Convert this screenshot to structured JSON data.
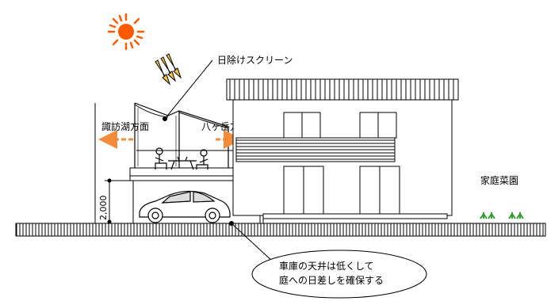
{
  "labels": {
    "screen": "日除けスクリーン",
    "left_direction": "諏訪湖方面",
    "right_direction": "八ヶ岳方面",
    "garden": "家庭菜園",
    "dimension": "2,000",
    "note_line1": "車庫の天井は低くして",
    "note_line2": "庭への日差しを確保する"
  },
  "colors": {
    "sun": "#ff5a00",
    "arrow": "#f28c3a",
    "sunray_fill": "#f5c43a",
    "plant": "#2e9e2e",
    "line": "#000000"
  },
  "icons": [
    "sun-icon",
    "sunlight-rays-icon",
    "plant-icon",
    "car-icon",
    "person-icon"
  ]
}
